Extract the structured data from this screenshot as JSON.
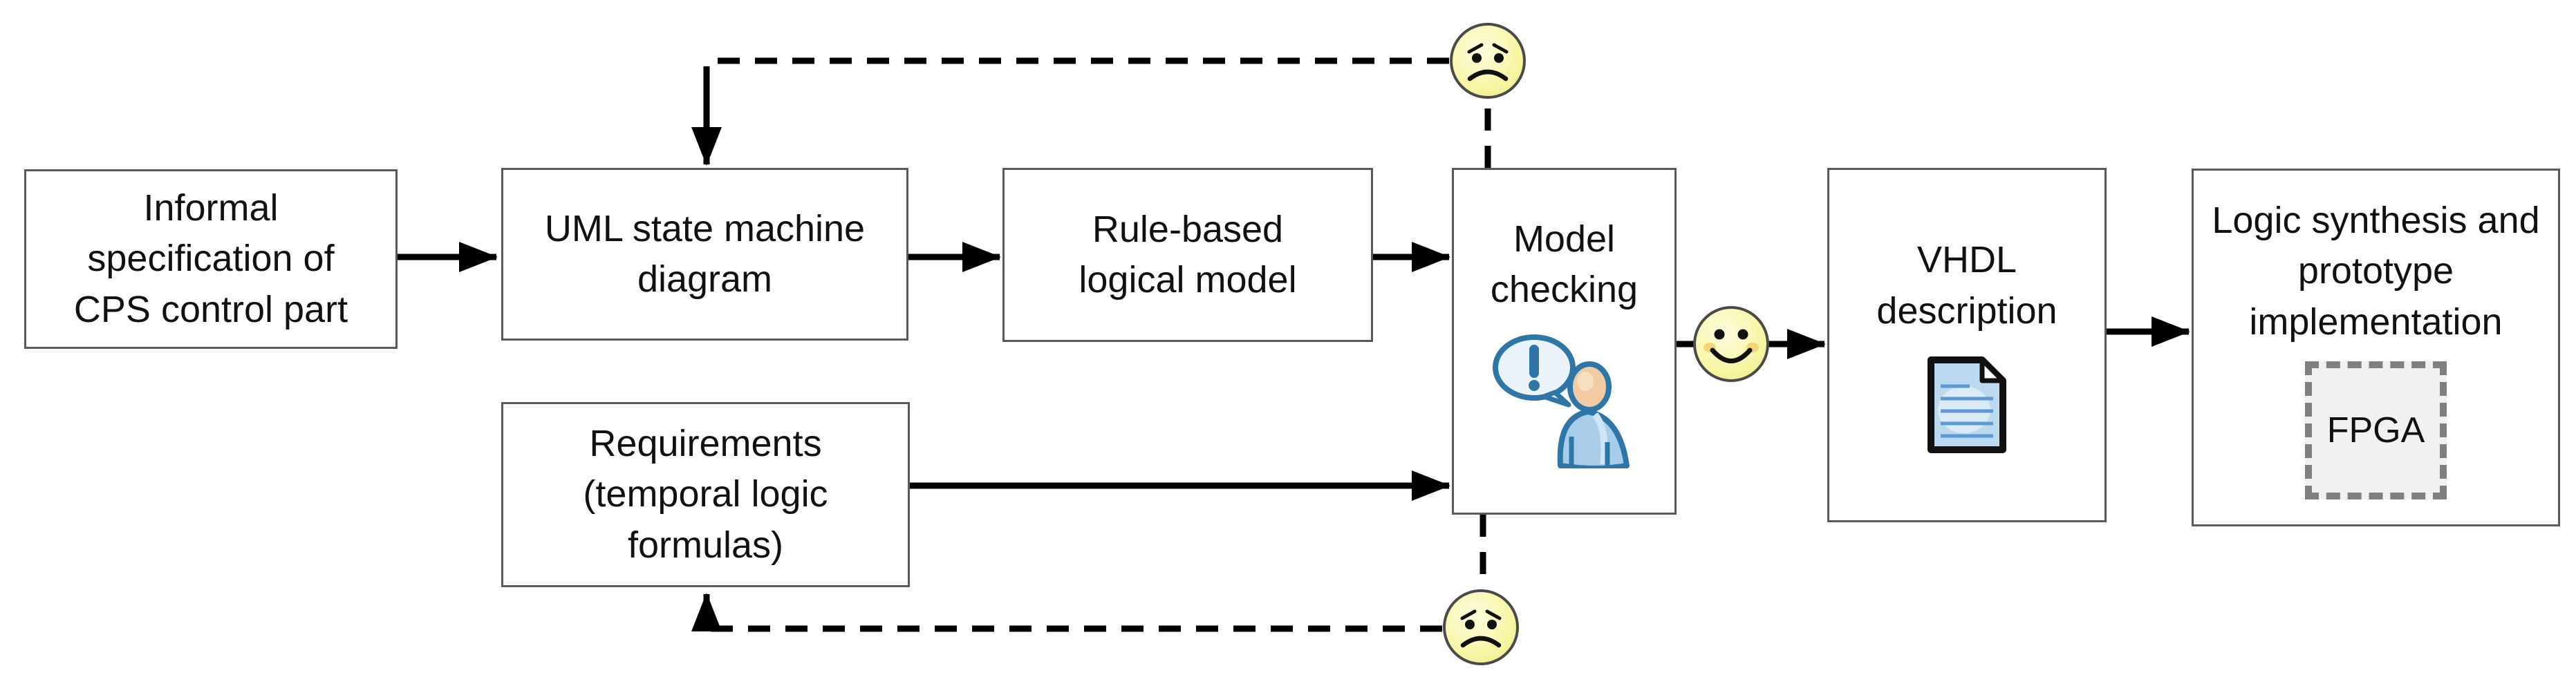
{
  "diagram": {
    "nodes": {
      "informal_spec": {
        "label": "Informal specification of CPS control part"
      },
      "uml_state_machine": {
        "label": "UML state machine diagram"
      },
      "rule_based_model": {
        "label": "Rule-based logical model"
      },
      "model_checking": {
        "label": "Model checking",
        "icon": "person-speech-bubble-exclamation-icon"
      },
      "vhdl_description": {
        "label": "VHDL description",
        "icon": "document-icon"
      },
      "logic_synthesis": {
        "label": "Logic synthesis and prototype implementation",
        "inner_label": "FPGA"
      },
      "requirements": {
        "label": "Requirements (temporal logic formulas)"
      }
    },
    "icons": {
      "happy_face": "happy-face-icon",
      "sad_face_top": "sad-face-icon",
      "sad_face_bottom": "sad-face-icon"
    },
    "edges": [
      {
        "from": "informal_spec",
        "to": "uml_state_machine",
        "style": "solid-arrow"
      },
      {
        "from": "uml_state_machine",
        "to": "rule_based_model",
        "style": "solid-arrow"
      },
      {
        "from": "rule_based_model",
        "to": "model_checking",
        "style": "solid-arrow"
      },
      {
        "from": "model_checking",
        "to": "vhdl_description",
        "style": "solid-arrow",
        "via": "happy_face"
      },
      {
        "from": "vhdl_description",
        "to": "logic_synthesis",
        "style": "solid-arrow"
      },
      {
        "from": "requirements",
        "to": "model_checking",
        "style": "solid-arrow"
      },
      {
        "from": "model_checking",
        "to": "uml_state_machine",
        "style": "dashed-arrow",
        "via": "sad_face_top"
      },
      {
        "from": "model_checking",
        "to": "requirements",
        "style": "dashed-arrow",
        "via": "sad_face_bottom"
      }
    ],
    "colors": {
      "box_border": "#595959",
      "box_fill": "#ffffff",
      "line": "#000000",
      "face_fill": "#f8f6a4",
      "face_outline": "#4a4a4a",
      "person_blue": "#2e75a8",
      "person_body": "#a9cde8",
      "person_skin": "#f2cba4",
      "doc_fill": "#bdd9f0",
      "doc_line": "#5b9bd5",
      "fpga_fill": "#f1f1f1",
      "fpga_border": "#7f7f7f"
    }
  }
}
